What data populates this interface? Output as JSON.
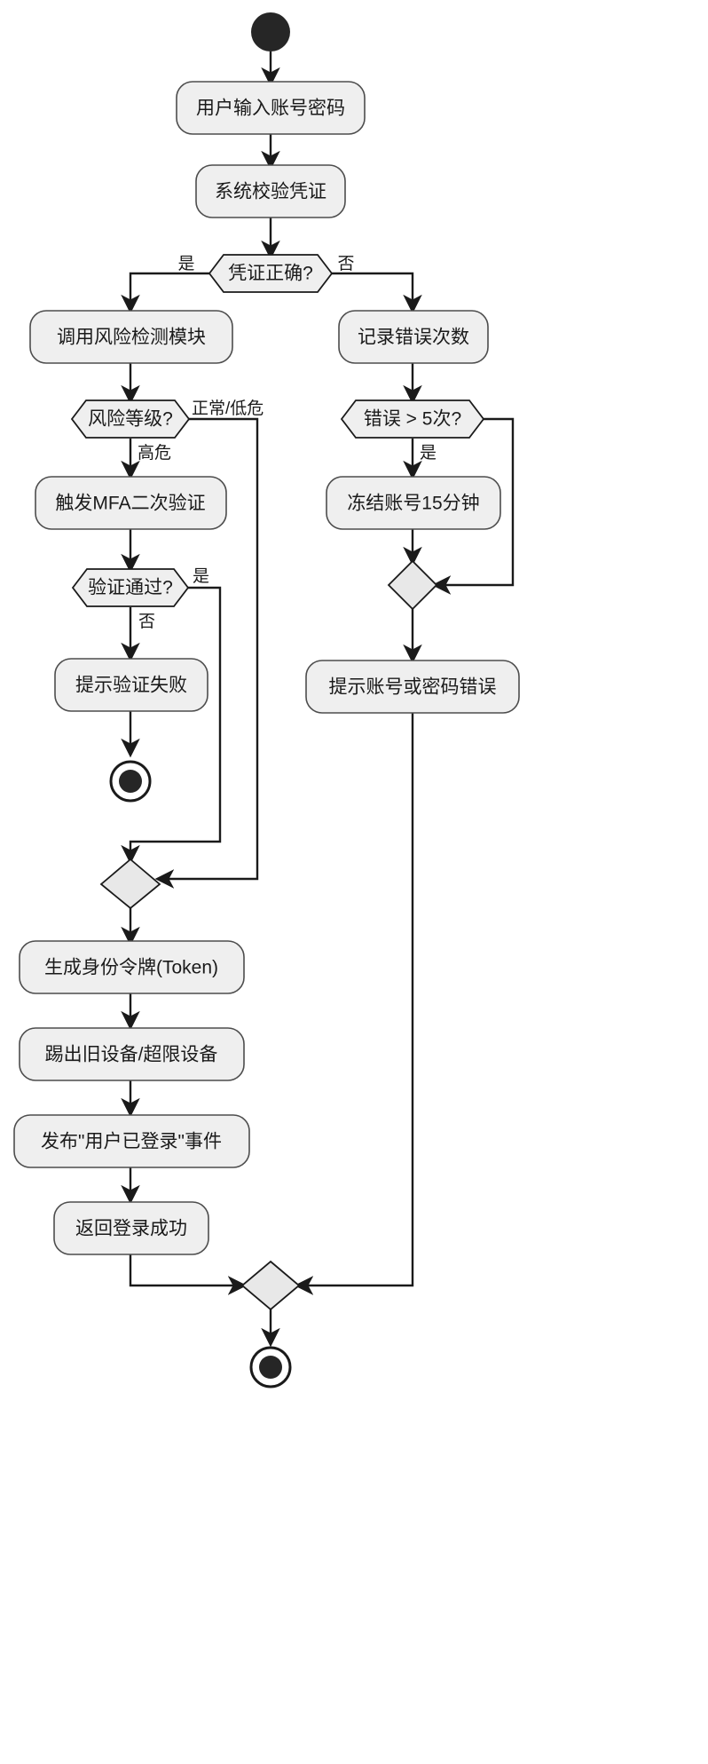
{
  "diagram": {
    "type": "uml-activity-diagram",
    "title": "",
    "language": "zh-CN",
    "colors": {
      "node_fill": "#efefef",
      "node_stroke": "#4d4d4d",
      "decision_stroke": "#1a1a1a",
      "edge": "#1a1a1a",
      "terminal": "#262626",
      "background": "#ffffff"
    },
    "start_node": {
      "name": "start",
      "shape": "filled-circle"
    },
    "end_nodes": [
      {
        "name": "end-mfa-failed",
        "shape": "bullseye"
      },
      {
        "name": "end-final",
        "shape": "bullseye"
      }
    ],
    "activities": [
      {
        "id": "a1",
        "label": "用户输入账号密码"
      },
      {
        "id": "a2",
        "label": "系统校验凭证"
      },
      {
        "id": "a3",
        "label": "调用风险检测模块"
      },
      {
        "id": "a4",
        "label": "记录错误次数"
      },
      {
        "id": "a5",
        "label": "触发MFA二次验证"
      },
      {
        "id": "a6",
        "label": "冻结账号15分钟"
      },
      {
        "id": "a7",
        "label": "提示验证失败"
      },
      {
        "id": "a8",
        "label": "提示账号或密码错误"
      },
      {
        "id": "a9",
        "label": "生成身份令牌(Token)"
      },
      {
        "id": "a10",
        "label": "踢出旧设备/超限设备"
      },
      {
        "id": "a11",
        "label": "发布\"用户已登录\"事件"
      },
      {
        "id": "a12",
        "label": "返回登录成功"
      }
    ],
    "decisions": [
      {
        "id": "d1",
        "label": "凭证正确?"
      },
      {
        "id": "d2",
        "label": "风险等级?"
      },
      {
        "id": "d3",
        "label": "错误 > 5次?"
      },
      {
        "id": "d4",
        "label": "验证通过?"
      }
    ],
    "merges": [
      {
        "id": "m1",
        "label": ""
      },
      {
        "id": "m2",
        "label": ""
      },
      {
        "id": "m3",
        "label": ""
      }
    ],
    "edge_labels": {
      "d1_yes": "是",
      "d1_no": "否",
      "d2_normal": "正常/低危",
      "d2_high": "高危",
      "d3_yes": "是",
      "d4_yes": "是",
      "d4_no": "否"
    },
    "flows": [
      {
        "from": "start",
        "to": "a1",
        "label": ""
      },
      {
        "from": "a1",
        "to": "a2",
        "label": ""
      },
      {
        "from": "a2",
        "to": "d1",
        "label": ""
      },
      {
        "from": "d1",
        "to": "a3",
        "label": "是"
      },
      {
        "from": "d1",
        "to": "a4",
        "label": "否"
      },
      {
        "from": "a3",
        "to": "d2",
        "label": ""
      },
      {
        "from": "d2",
        "to": "a5",
        "label": "高危"
      },
      {
        "from": "d2",
        "to": "m2",
        "label": "正常/低危"
      },
      {
        "from": "a4",
        "to": "d3",
        "label": ""
      },
      {
        "from": "d3",
        "to": "a6",
        "label": "是"
      },
      {
        "from": "d3",
        "to": "m1",
        "label": ""
      },
      {
        "from": "a6",
        "to": "m1",
        "label": ""
      },
      {
        "from": "m1",
        "to": "a8",
        "label": ""
      },
      {
        "from": "a5",
        "to": "d4",
        "label": ""
      },
      {
        "from": "d4",
        "to": "m2",
        "label": "是"
      },
      {
        "from": "d4",
        "to": "a7",
        "label": "否"
      },
      {
        "from": "a7",
        "to": "end-mfa-failed",
        "label": ""
      },
      {
        "from": "m2",
        "to": "a9",
        "label": ""
      },
      {
        "from": "a9",
        "to": "a10",
        "label": ""
      },
      {
        "from": "a10",
        "to": "a11",
        "label": ""
      },
      {
        "from": "a11",
        "to": "a12",
        "label": ""
      },
      {
        "from": "a12",
        "to": "m3",
        "label": ""
      },
      {
        "from": "a8",
        "to": "m3",
        "label": ""
      },
      {
        "from": "m3",
        "to": "end-final",
        "label": ""
      }
    ]
  }
}
